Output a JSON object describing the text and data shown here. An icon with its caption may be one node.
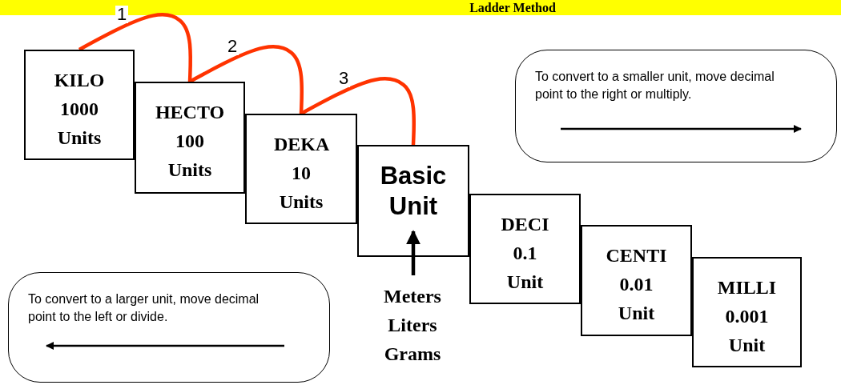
{
  "diagram": {
    "title": "Ladder Method",
    "nodes": [
      {
        "text": [
          "KILO 1000 Units"
        ]
      },
      {
        "text": [
          "HECTO 100 Units"
        ]
      },
      {
        "text": [
          "DEKA 10 Units"
        ]
      },
      {
        "text": [
          "Basic Unit"
        ]
      },
      {
        "text": [
          "DECI 0.1 Unit"
        ]
      },
      {
        "text": [
          "CENTI 0.01 Unit"
        ]
      },
      {
        "text": [
          "MILLI 0.001 Unit"
        ]
      },
      {
        "text": [
          "Meters Liters Grams"
        ]
      },
      {
        "text": [
          "To convert to a smaller unit, move decimal  point to the right or multiply."
        ]
      },
      {
        "text": [
          "To convert to a larger unit, move decimal  point to the left or divide."
        ]
      }
    ],
    "edges": [
      {
        "from": 0,
        "to": 1,
        "arrow": "none",
        "label": "1"
      },
      {
        "from": 1,
        "to": 2,
        "arrow": "none",
        "label": "2"
      },
      {
        "from": 2,
        "to": 3,
        "arrow": "none",
        "label": "3"
      },
      {
        "from": 7,
        "to": 3,
        "arrow": "to",
        "color": "#000000"
      }
    ]
  }
}
